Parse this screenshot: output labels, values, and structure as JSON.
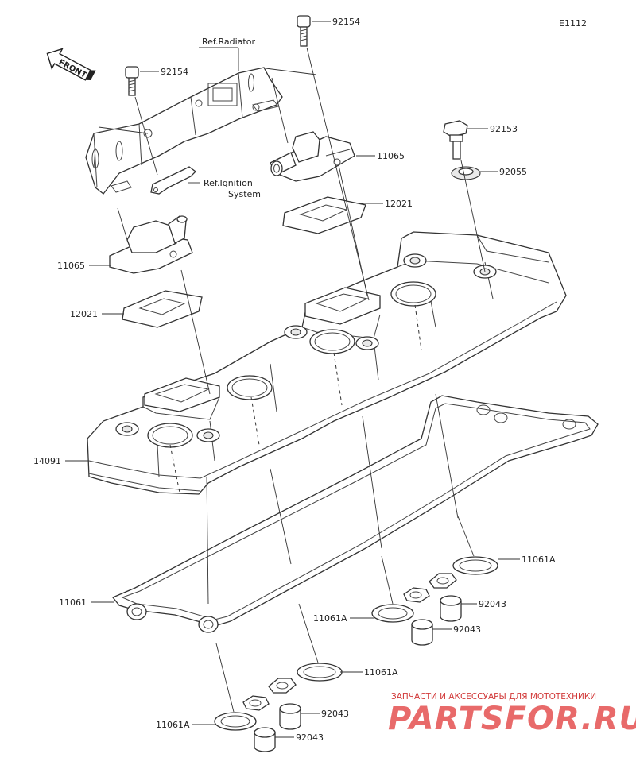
{
  "diagram_code": "E1112",
  "front_label": "FRONT",
  "references": {
    "radiator": "Ref.Radiator",
    "ignition_line1": "Ref.Ignition",
    "ignition_line2": "System"
  },
  "callouts": [
    {
      "id": "c1",
      "label": "92154"
    },
    {
      "id": "c2",
      "label": "92154"
    },
    {
      "id": "c3",
      "label": "92153"
    },
    {
      "id": "c4",
      "label": "92055"
    },
    {
      "id": "c5",
      "label": "11065"
    },
    {
      "id": "c6",
      "label": "11065"
    },
    {
      "id": "c7",
      "label": "12021"
    },
    {
      "id": "c8",
      "label": "12021"
    },
    {
      "id": "c9",
      "label": "14091"
    },
    {
      "id": "c10",
      "label": "11061"
    },
    {
      "id": "c11",
      "label": "11061A"
    },
    {
      "id": "c12",
      "label": "11061A"
    },
    {
      "id": "c13",
      "label": "11061A"
    },
    {
      "id": "c14",
      "label": "11061A"
    },
    {
      "id": "c15",
      "label": "92043"
    },
    {
      "id": "c16",
      "label": "92043"
    },
    {
      "id": "c17",
      "label": "92043"
    },
    {
      "id": "c18",
      "label": "92043"
    }
  ],
  "watermark": {
    "tagline": "ЗАПЧАСТИ И АКСЕССУАРЫ ДЛЯ МОТОТЕХНИКИ",
    "brand": "PARTSFOR.RU"
  }
}
